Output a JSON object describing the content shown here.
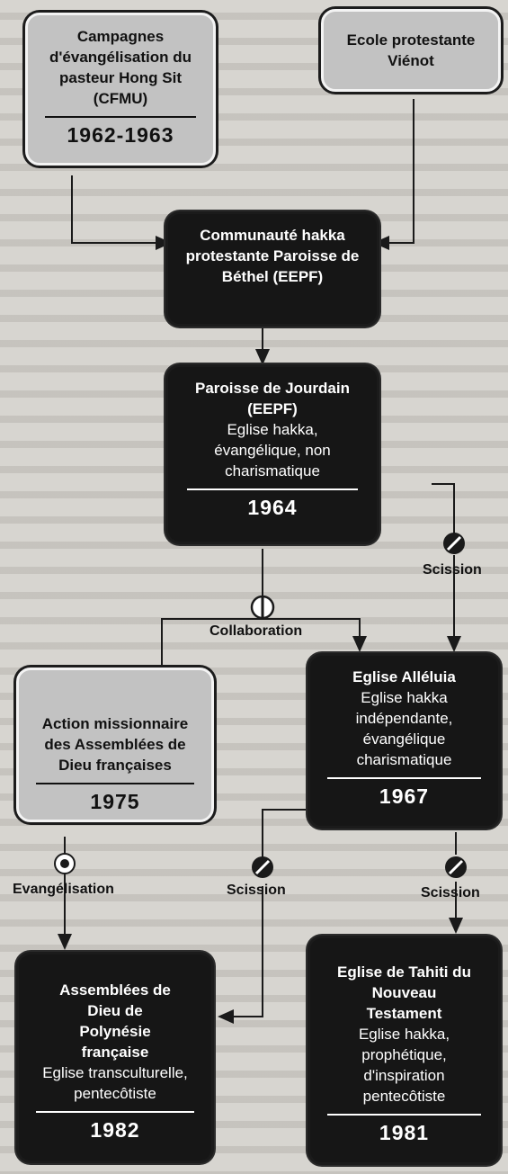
{
  "boxes": {
    "cfmu": {
      "title": "Campagnes d'évangélisation du pasteur Hong Sit (CFMU)",
      "year": "1962-1963"
    },
    "vienot": {
      "title": "Ecole protestante Viénot"
    },
    "hakka": {
      "title": "Communauté hakka protestante Paroisse de Béthel (EEPF)"
    },
    "jourdain": {
      "title": "Paroisse de Jourdain (EEPF)",
      "desc": "Eglise hakka, évangélique, non charismatique",
      "year": "1964"
    },
    "alleluia": {
      "title": "Eglise Alléluia",
      "desc": "Eglise hakka indépendante, évangélique charismatique",
      "year": "1967"
    },
    "action": {
      "title": "Action missionnaire des Assemblées de Dieu françaises",
      "year": "1975"
    },
    "adp": {
      "title": "Assemblées de Dieu de Polynésie française",
      "desc": "Eglise transculturelle, pentecôtiste",
      "year": "1982"
    },
    "tahiti": {
      "title": "Eglise de Tahiti du Nouveau Testament",
      "desc": "Eglise hakka, prophétique, d'inspiration pentecôtiste",
      "year": "1981"
    }
  },
  "labels": {
    "scission": "Scission",
    "collaboration": "Collaboration",
    "evangelisation": "Evangélisation"
  },
  "colors": {
    "dark": "#161616",
    "light": "#c2c2c2",
    "line": "#1a1a1a"
  }
}
